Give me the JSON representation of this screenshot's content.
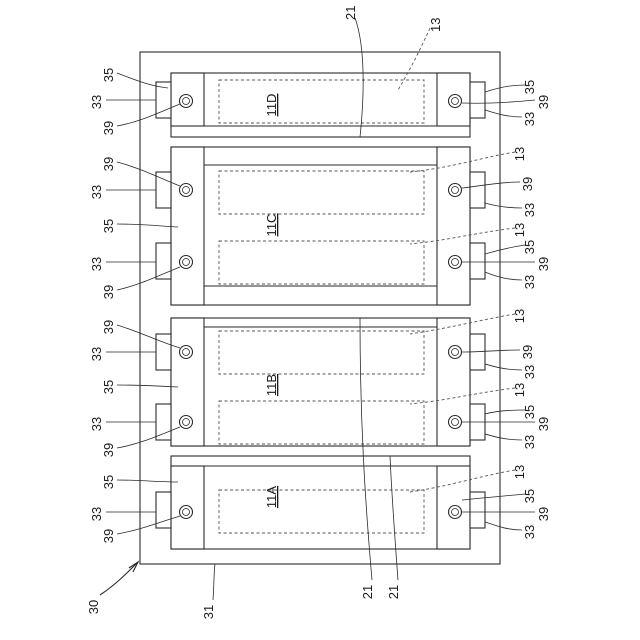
{
  "module_labels": {
    "d": "11D",
    "c": "11C",
    "b": "11B",
    "a": "11A"
  },
  "ref": {
    "r13": "13",
    "r21": "21",
    "r30": "30",
    "r31": "31",
    "r33": "33",
    "r35": "35",
    "r39": "39"
  }
}
